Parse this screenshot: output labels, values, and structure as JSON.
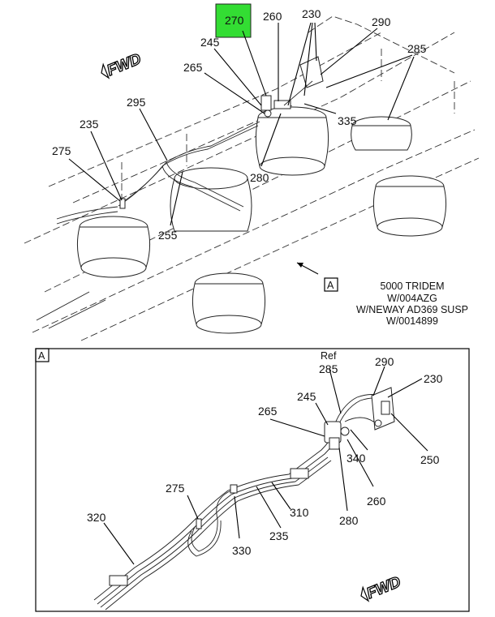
{
  "top_view": {
    "highlight_color": "#33dd33",
    "callouts": {
      "c270": "270",
      "c260": "260",
      "c230": "230",
      "c290": "290",
      "c245": "245",
      "c285": "285",
      "c265": "265",
      "c295": "295",
      "c335": "335",
      "c235": "235",
      "c275": "275",
      "c280": "280",
      "c255": "255"
    },
    "fwd_label": "FWD",
    "view_ref": "A",
    "note": {
      "line1": "5000 TRIDEM",
      "line2": "W/004AZG",
      "line3": "W/NEWAY AD369 SUSP",
      "line4": "W/0014899"
    }
  },
  "detail_view": {
    "view_label": "A",
    "ref_label": "Ref",
    "callouts": {
      "c285": "285",
      "c290": "290",
      "c230": "230",
      "c245": "245",
      "c265": "265",
      "c275": "275",
      "c340": "340",
      "c250": "250",
      "c320": "320",
      "c310": "310",
      "c260": "260",
      "c280": "280",
      "c235": "235",
      "c330": "330"
    },
    "fwd_label": "FWD"
  }
}
